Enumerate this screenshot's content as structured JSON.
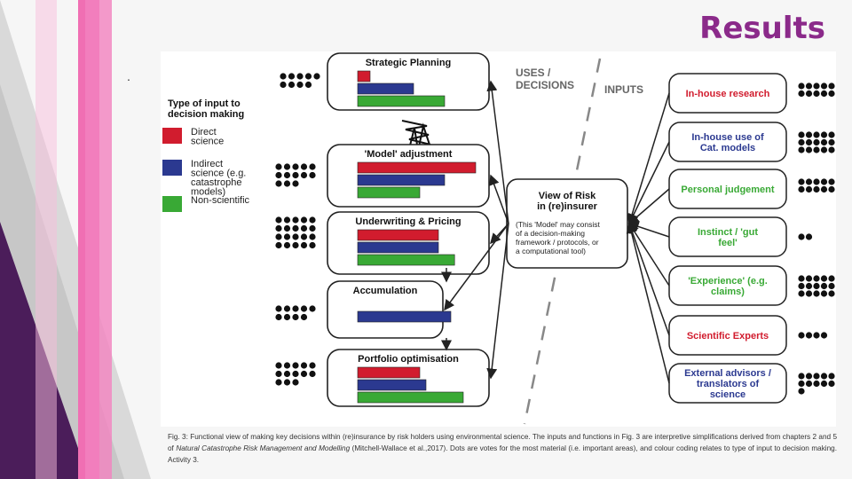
{
  "slide": {
    "title": "Results",
    "bullet": "."
  },
  "legend": {
    "heading": "Type of input to decision making",
    "items": [
      {
        "label": "Direct science",
        "color": "#d11c2e"
      },
      {
        "label": "Indirect science (e.g. catastrophe models)",
        "color": "#2b3990"
      },
      {
        "label": "Non-scientific",
        "color": "#39a935"
      }
    ]
  },
  "headers": {
    "uses": "USES / DECISIONS",
    "inputs": "INPUTS"
  },
  "uses": [
    {
      "label": "Strategic Planning",
      "direct": 0.1,
      "indirect": 0.45,
      "non": 0.7,
      "votes": 9
    },
    {
      "label": "'Model' adjustment",
      "direct": 0.95,
      "indirect": 0.7,
      "non": 0.5,
      "votes": 13
    },
    {
      "label": "Underwriting & Pricing",
      "direct": 0.65,
      "indirect": 0.65,
      "non": 0.78,
      "votes": 20
    },
    {
      "label": "Accumulation",
      "direct": 0,
      "indirect": 0.75,
      "non": 0,
      "votes": 9
    },
    {
      "label": "Portfolio optimisation",
      "direct": 0.5,
      "indirect": 0.55,
      "non": 0.85,
      "votes": 13
    }
  ],
  "central": {
    "title": "View of Risk in (re)insurer",
    "note": "(This 'Model' may consist of a decision-making framework / protocols, or a computational tool)"
  },
  "inputs": [
    {
      "label": "In-house research",
      "category": "direct",
      "votes": 10
    },
    {
      "label": "In-house use of Cat. models",
      "category": "indirect",
      "votes": 15
    },
    {
      "label": "Personal judgement",
      "category": "non",
      "votes": 10
    },
    {
      "label": "Instinct / 'gut feel'",
      "category": "non",
      "votes": 2
    },
    {
      "label": "'Experience' (e.g. claims)",
      "category": "non",
      "votes": 15
    },
    {
      "label": "Scientific Experts",
      "category": "direct",
      "votes": 4
    },
    {
      "label": "External advisors / translators of science",
      "category": "indirect",
      "votes": 11
    }
  ],
  "caption": {
    "part1": "Fig. 3: Functional view of making key decisions within (re)insurance by risk holders using environmental science. The inputs and functions in Fig. 3 are interpretive simplifications derived from chapters 2 and 5 of ",
    "book": "Natural Catastrophe Risk Management and Modelling",
    "part2": " (Mitchell-Wallace et al.,2017). Dots are votes for the most material (i.e. important areas), and colour coding relates to type of input to decision making. Activity 3."
  },
  "colors": {
    "direct": "#d11c2e",
    "indirect": "#2b3990",
    "non": "#39a935",
    "title": "#8b2a8a"
  }
}
